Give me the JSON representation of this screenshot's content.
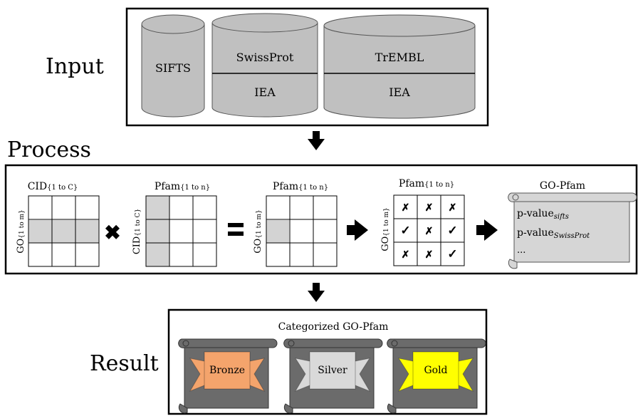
{
  "stages": {
    "input": "Input",
    "process": "Process",
    "result": "Result"
  },
  "databases": {
    "sifts": "SIFTS",
    "swissprot": "SwissProt",
    "trembl": "TrEMBL",
    "iea": "IEA"
  },
  "matrices": {
    "cid_title": "CID",
    "cid_title_sub": "{1 to C}",
    "pfam_title": "Pfam",
    "pfam_title_sub": "{1 to n}",
    "go_side": "GO",
    "go_side_sub": "{1 to m}",
    "cid_side": "CID",
    "cid_side_sub": "{1 to C}",
    "multiply_symbol": "✖",
    "equals_symbol": "="
  },
  "result_matrix": {
    "cells": [
      [
        "✗",
        "✗",
        "✗"
      ],
      [
        "✓",
        "✗",
        "✓"
      ],
      [
        "✗",
        "✗",
        "✓"
      ]
    ]
  },
  "go_pfam_scroll": {
    "title": "GO-Pfam",
    "line1": "p-value",
    "line1_sub": "sifts",
    "line2": "p-value",
    "line2_sub": "SwissProt",
    "line3": "..."
  },
  "result": {
    "title": "Categorized GO-Pfam",
    "badges": [
      "Bronze",
      "Silver",
      "Gold"
    ]
  },
  "colors": {
    "cylinder_fill": "#c0c0c0",
    "matrix_highlight": "#d3d3d3",
    "scroll_fill": "#d6d6d6",
    "result_scroll_fill": "#6b6b6b",
    "bronze": "#f4a46c",
    "silver": "#d9d9d9",
    "gold": "#ffff00"
  }
}
